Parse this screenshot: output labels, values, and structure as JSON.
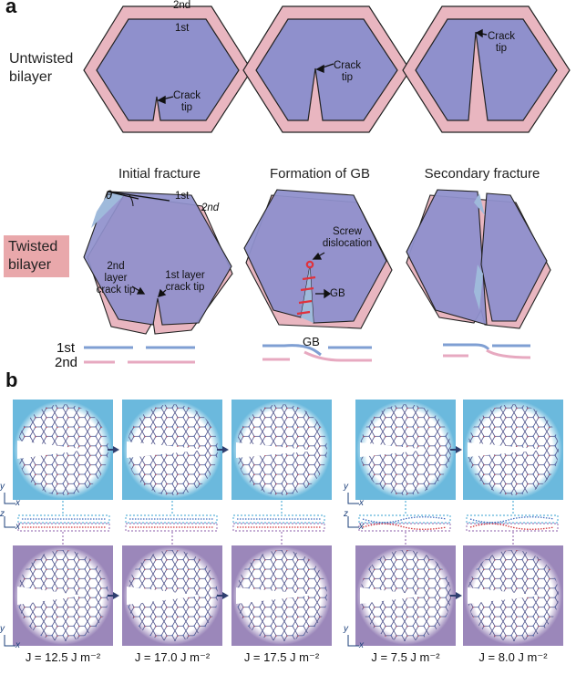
{
  "panel_a": {
    "letter": "a",
    "untwisted_label": "Untwisted bilayer",
    "twisted_label": "Twisted bilayer",
    "layer_2nd": "2nd",
    "layer_1st": "1st",
    "crack_tip": "Crack tip",
    "column_titles": [
      "Initial fracture",
      "Formation of GB",
      "Secondary fracture"
    ],
    "theta": "θ",
    "layer_2nd_crack_tip": "2nd layer crack tip",
    "layer_1st_crack_tip": "1st layer crack tip",
    "screw_dislocation": "Screw dislocation",
    "gb": "GB",
    "legend_1st": "1st",
    "legend_2nd": "2nd"
  },
  "panel_b": {
    "letter": "b",
    "axis_x": "x",
    "axis_y": "y",
    "axis_z": "z",
    "j_labels": [
      "J = 12.5 J m⁻²",
      "J = 17.0 J m⁻²",
      "J = 17.5 J m⁻²",
      "J = 7.5 J m⁻²",
      "J = 8.0 J m⁻²"
    ]
  },
  "colors": {
    "layer1_fill": "#8f90cc",
    "layer2_fill": "#e9b6c0",
    "twist_fill": "#9fbadb",
    "sim_top_bg": "#6bb9dd",
    "sim_bottom_bg": "#9b87ba",
    "line_1st": "#7f9fd3",
    "line_2nd": "#e7a9c0",
    "dislocation": "#e0323c"
  }
}
